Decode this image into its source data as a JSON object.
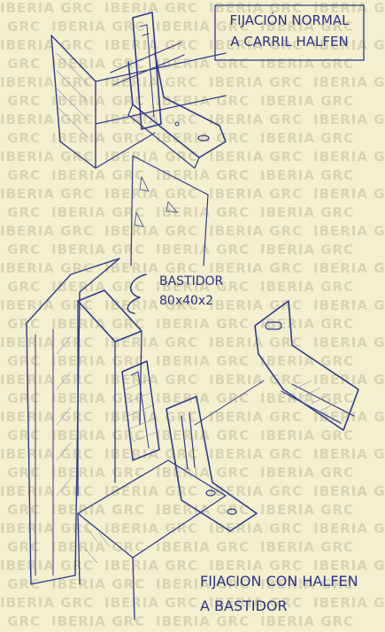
{
  "title_box": {
    "line1": "FIJACIÓN NORMAL",
    "line2": "A CARRIL HALFEN"
  },
  "callout": {
    "line1": "BASTIDOR",
    "line2": "80x40x2"
  },
  "caption": {
    "line1": "FIJACION CON HALFEN",
    "line2": "A BASTIDOR"
  },
  "watermark": {
    "text": "IBERIA GRC"
  },
  "colors": {
    "paper": "#f3efcf",
    "ink": "#2f3a8f",
    "watermark": "#d9d4b3"
  }
}
